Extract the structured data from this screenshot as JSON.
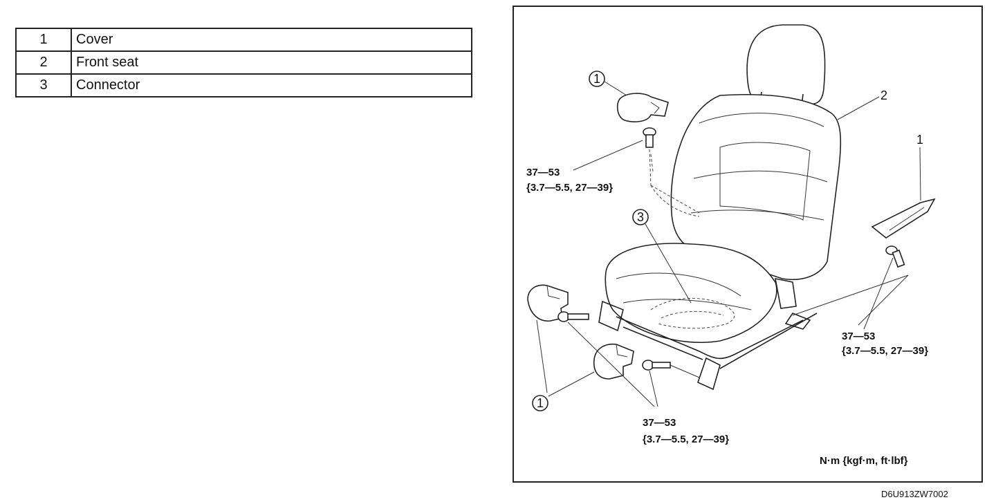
{
  "legend": {
    "rows": [
      {
        "num": "1",
        "name": "Cover"
      },
      {
        "num": "2",
        "name": "Front seat"
      },
      {
        "num": "3",
        "name": "Connector"
      }
    ]
  },
  "diagram": {
    "callouts": {
      "cover_top": "1",
      "front_seat": "2",
      "cover_right": "1",
      "connector": "3",
      "cover_bottom": "1"
    },
    "torque_upper_left": {
      "value": "37—53",
      "detail": "{3.7—5.5, 27—39}"
    },
    "torque_right": {
      "value": "37—53",
      "detail": "{3.7—5.5, 27—39}"
    },
    "torque_bottom": {
      "value": "37—53",
      "detail": "{3.7—5.5, 27—39}"
    },
    "units": "N·m {kgf·m, ft·lbf}",
    "code": "D6U913ZW7002"
  }
}
